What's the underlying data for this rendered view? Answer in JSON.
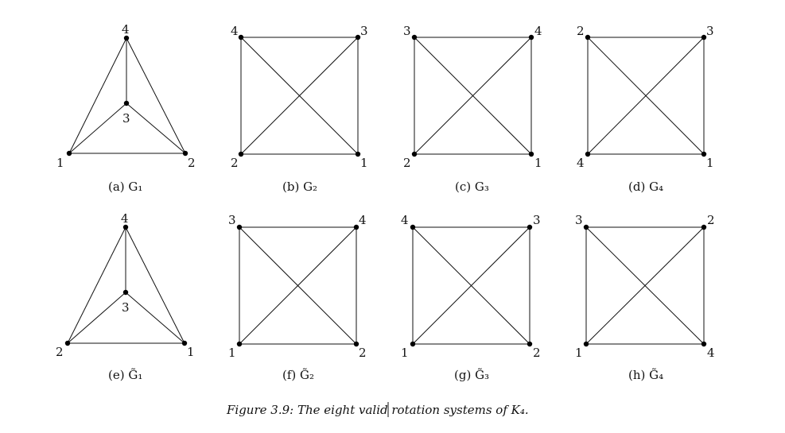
{
  "figure_caption": "Figure 3.9: The eight valid rotation systems of K₄.",
  "panels": [
    {
      "caption": "(a) G₁",
      "labels": [
        "1",
        "2",
        "3",
        "4"
      ]
    },
    {
      "caption": "(b) G₂",
      "labels": [
        "4",
        "3",
        "2",
        "1"
      ]
    },
    {
      "caption": "(c) G₃",
      "labels": [
        "3",
        "4",
        "2",
        "1"
      ]
    },
    {
      "caption": "(d) G₄",
      "labels": [
        "2",
        "3",
        "4",
        "1"
      ]
    },
    {
      "caption": "(e) G̃₁",
      "labels": [
        "2",
        "1",
        "3",
        "4"
      ]
    },
    {
      "caption": "(f) G̃₂",
      "labels": [
        "3",
        "4",
        "1",
        "2"
      ]
    },
    {
      "caption": "(g) G̃₃",
      "labels": [
        "4",
        "3",
        "1",
        "2"
      ]
    },
    {
      "caption": "(h) G̃₄",
      "labels": [
        "3",
        "2",
        "1",
        "4"
      ]
    }
  ]
}
